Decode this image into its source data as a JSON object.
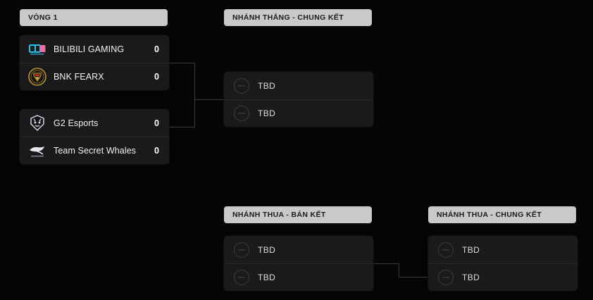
{
  "page": {
    "background": "#050505",
    "header_pill_color": "#c9c9c7",
    "card_color": "#1a1a1c",
    "line_color": "#3a3a3c"
  },
  "rounds": [
    {
      "id": "round-1",
      "label": "VÒNG 1"
    },
    {
      "id": "winners-final",
      "label": "NHÁNH THẮNG - CHUNG KẾT"
    },
    {
      "id": "losers-semifinal",
      "label": "NHÁNH THUA - BÁN KẾT"
    },
    {
      "id": "losers-final",
      "label": "NHÁNH THUA - CHUNG KẾT"
    }
  ],
  "matches": {
    "r1m1": {
      "rows": [
        {
          "team": "BILIBILI GAMING",
          "score": "0",
          "logo": "bilibili-gaming-logo"
        },
        {
          "team": "BNK FEARX",
          "score": "0",
          "logo": "bnk-fearx-logo"
        }
      ]
    },
    "r1m2": {
      "rows": [
        {
          "team": "G2 Esports",
          "score": "0",
          "logo": "g2-esports-logo"
        },
        {
          "team": "Team Secret Whales",
          "score": "0",
          "logo": "team-secret-whales-logo"
        }
      ]
    },
    "wf": {
      "rows": [
        {
          "team": "TBD",
          "score": "",
          "logo": "placeholder-avatar-icon"
        },
        {
          "team": "TBD",
          "score": "",
          "logo": "placeholder-avatar-icon"
        }
      ]
    },
    "lsf": {
      "rows": [
        {
          "team": "TBD",
          "score": "",
          "logo": "placeholder-avatar-icon"
        },
        {
          "team": "TBD",
          "score": "",
          "logo": "placeholder-avatar-icon"
        }
      ]
    },
    "lf": {
      "rows": [
        {
          "team": "TBD",
          "score": "",
          "logo": "placeholder-avatar-icon"
        },
        {
          "team": "TBD",
          "score": "",
          "logo": "placeholder-avatar-icon"
        }
      ]
    }
  }
}
